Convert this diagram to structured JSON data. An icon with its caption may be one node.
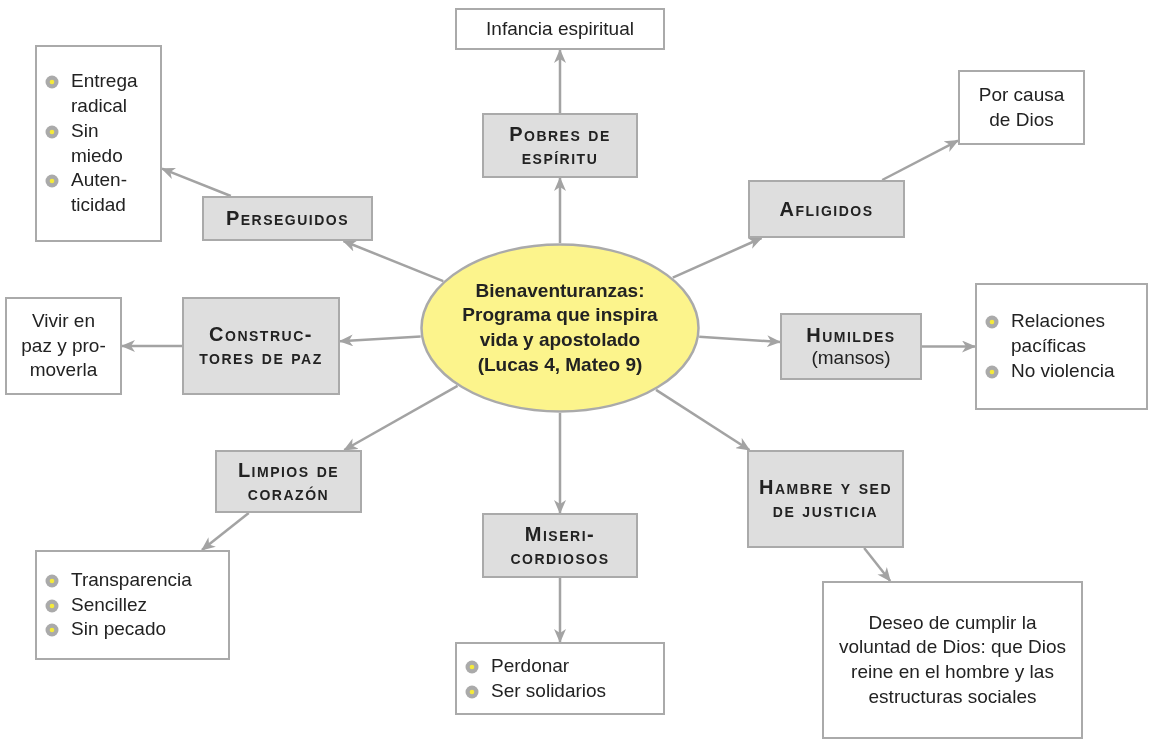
{
  "diagram": {
    "nodes": [
      {
        "text": [
          "Bienaventuranzas: Programa que inspira vida y apostolado (Lucas 4, Mateo 9)"
        ]
      },
      {
        "text": [
          "Infancia espiritual"
        ]
      },
      {
        "text": [
          "Por causa de Dios"
        ]
      },
      {
        "text": [
          "Entrega radical",
          "Sin miedo",
          "Auten-ticidad"
        ]
      },
      {
        "text": [
          "Pobres de espíritu"
        ]
      },
      {
        "text": [
          "Afligidos"
        ]
      },
      {
        "text": [
          "Perseguidos"
        ]
      },
      {
        "text": [
          "Vivir en paz y pro-moverla"
        ]
      },
      {
        "text": [
          "Construc-tores de paz"
        ]
      },
      {
        "text": [
          "Humildes",
          "(mansos)"
        ]
      },
      {
        "text": [
          "Relaciones pacíficas",
          "No violencia"
        ]
      },
      {
        "text": [
          "Hambre y sed de justicia"
        ]
      },
      {
        "text": [
          "Limpios de corazón"
        ]
      },
      {
        "text": [
          "Miseri-cordiosos"
        ]
      },
      {
        "text": [
          "Transparencia",
          "Sencillez",
          "Sin pecado"
        ]
      },
      {
        "text": [
          "Perdonar",
          "Ser solidarios"
        ]
      },
      {
        "text": [
          "Deseo de cumplir la voluntad de Dios: que Dios reine en el hombre y las estructuras sociales"
        ]
      }
    ],
    "edges": [
      {
        "from": 0,
        "to": 4,
        "arrow": "to"
      },
      {
        "from": 4,
        "to": 1,
        "arrow": "to"
      },
      {
        "from": 0,
        "to": 5,
        "arrow": "to"
      },
      {
        "from": 5,
        "to": 2,
        "arrow": "to"
      },
      {
        "from": 0,
        "to": 6,
        "arrow": "to"
      },
      {
        "from": 6,
        "to": 3,
        "arrow": "to"
      },
      {
        "from": 0,
        "to": 8,
        "arrow": "to"
      },
      {
        "from": 8,
        "to": 7,
        "arrow": "to"
      },
      {
        "from": 0,
        "to": 9,
        "arrow": "to"
      },
      {
        "from": 9,
        "to": 10,
        "arrow": "to"
      },
      {
        "from": 0,
        "to": 11,
        "arrow": "to"
      },
      {
        "from": 11,
        "to": 16,
        "arrow": "to"
      },
      {
        "from": 0,
        "to": 12,
        "arrow": "to"
      },
      {
        "from": 12,
        "to": 14,
        "arrow": "to"
      },
      {
        "from": 0,
        "to": 13,
        "arrow": "to"
      },
      {
        "from": 13,
        "to": 15,
        "arrow": "to"
      }
    ]
  }
}
